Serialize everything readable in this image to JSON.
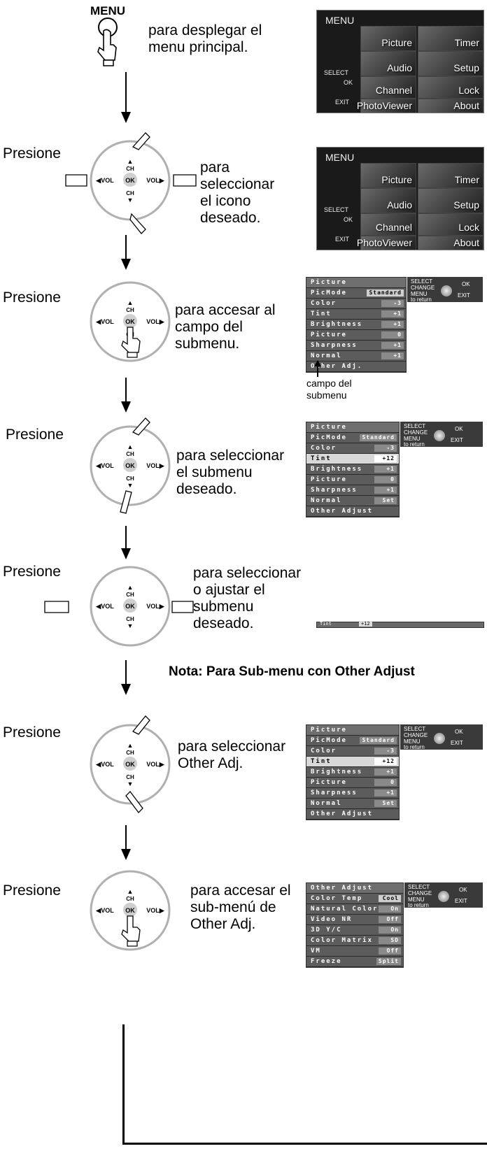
{
  "menu_button": {
    "label": "MENU",
    "text": "para desplegar el menu principal."
  },
  "press": "Presione",
  "pad": {
    "ch": "CH",
    "vol_l": "◀VOL",
    "ok": "OK",
    "vol_r": "VOL▶"
  },
  "steps": [
    {
      "text": "para seleccionar el icono deseado."
    },
    {
      "text": "para accesar al campo del submenu."
    },
    {
      "text": "para seleccionar el submenu deseado."
    },
    {
      "text": "para seleccionar o ajustar el submenu deseado."
    },
    {
      "text": "para seleccionar Other Adj."
    },
    {
      "text": "para accesar el sub-menú de Other Adj."
    }
  ],
  "note": "Nota: Para Sub-menu con Other Adjust",
  "callout": "campo del submenu",
  "tv_menu": {
    "title": "MENU",
    "tiles": [
      "Picture",
      "Timer",
      "Audio",
      "Setup",
      "Channel",
      "Lock",
      "PhotoViewer",
      "About"
    ],
    "select": "SELECT",
    "ok": "OK",
    "exit": "EXIT"
  },
  "legend": {
    "select": "SELECT",
    "ok": "OK",
    "change": "CHANGE",
    "menu": "MENU",
    "exit": "EXIT",
    "return": "to return"
  },
  "picture_menu_a": {
    "title": "Picture",
    "mode_label": "PicMode",
    "mode_value": "Standard",
    "rows": [
      {
        "label": "Color",
        "value": "-3"
      },
      {
        "label": "Tint",
        "value": "+1"
      },
      {
        "label": "Brightness",
        "value": "+1"
      },
      {
        "label": "Picture",
        "value": "0"
      },
      {
        "label": "Sharpness",
        "value": "+1"
      },
      {
        "label": "Normal",
        "value": "+1"
      },
      {
        "label": "Other Adj.",
        "value": ""
      }
    ]
  },
  "picture_menu_b": {
    "title": "Picture",
    "mode_label": "PicMode",
    "mode_value": "Standard",
    "rows": [
      {
        "label": "Color",
        "value": "-3"
      },
      {
        "label": "Tint",
        "value": "+12"
      },
      {
        "label": "Brightness",
        "value": "+1"
      },
      {
        "label": "Picture",
        "value": "0"
      },
      {
        "label": "Sharpness",
        "value": "+1"
      },
      {
        "label": "Normal",
        "value": "Set"
      },
      {
        "label": "Other Adjust",
        "value": ""
      }
    ]
  },
  "tint_bar": {
    "label": "Tint",
    "value": "+12"
  },
  "other_adjust_menu": {
    "title": "Other Adjust",
    "rows": [
      {
        "label": "Color Temp",
        "value": "Cool"
      },
      {
        "label": "Natural Color",
        "value": "On"
      },
      {
        "label": "Video NR",
        "value": "Off"
      },
      {
        "label": "3D Y/C",
        "value": "On"
      },
      {
        "label": "Color Matrix",
        "value": "SD"
      },
      {
        "label": "VM",
        "value": "Off"
      },
      {
        "label": "Freeze",
        "value": "Split"
      }
    ]
  }
}
